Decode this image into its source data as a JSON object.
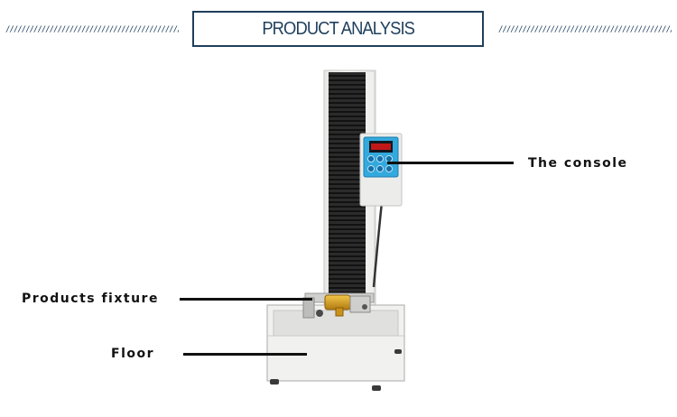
{
  "header": {
    "title": "PRODUCT ANALYSIS",
    "hatch_pattern": "//////////////////////////////////////////////////////"
  },
  "callouts": [
    {
      "label": "The console"
    },
    {
      "label": "Products fixture"
    },
    {
      "label": "Floor"
    }
  ],
  "colors": {
    "accent": "#1f3f5c",
    "column_cover": "#2b2b2b",
    "console_panel": "#33aadd",
    "machine_body": "#f1f1ef",
    "fixture_brass": "#d4a020"
  }
}
